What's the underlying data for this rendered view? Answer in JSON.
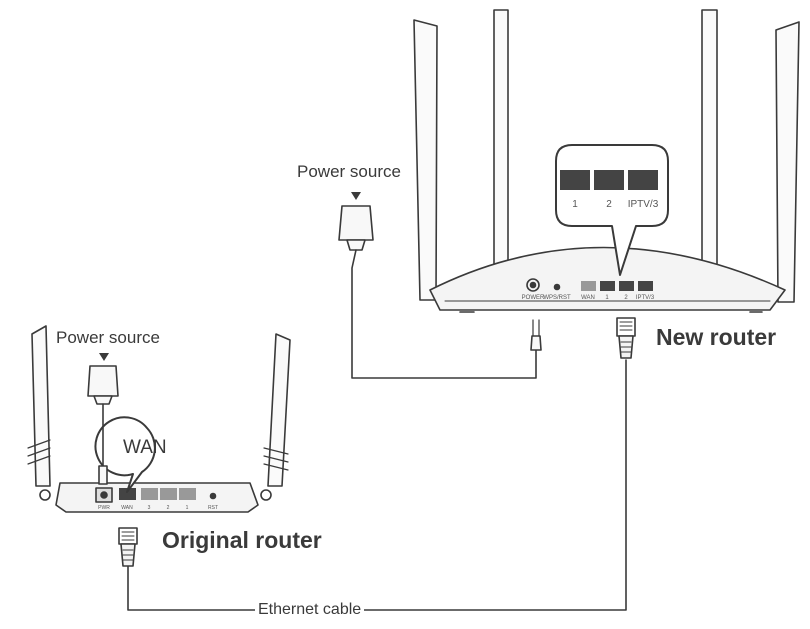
{
  "new_router": {
    "name": "New router",
    "power_source_label": "Power source",
    "port_labels": [
      "POWER",
      "WPS/RST",
      "WAN",
      "1",
      "2",
      "IPTV/3"
    ],
    "callout_port_labels": [
      "1",
      "2",
      "IPTV/3"
    ]
  },
  "original_router": {
    "name": "Original router",
    "power_source_label": "Power source",
    "callout_label": "WAN",
    "port_labels": [
      "PWR",
      "WAN",
      "3",
      "2",
      "1",
      "RST"
    ]
  },
  "cable_label": "Ethernet cable",
  "colors": {
    "line": "#3a3a3a",
    "port": "#444444",
    "body": "#f4f4f4"
  }
}
